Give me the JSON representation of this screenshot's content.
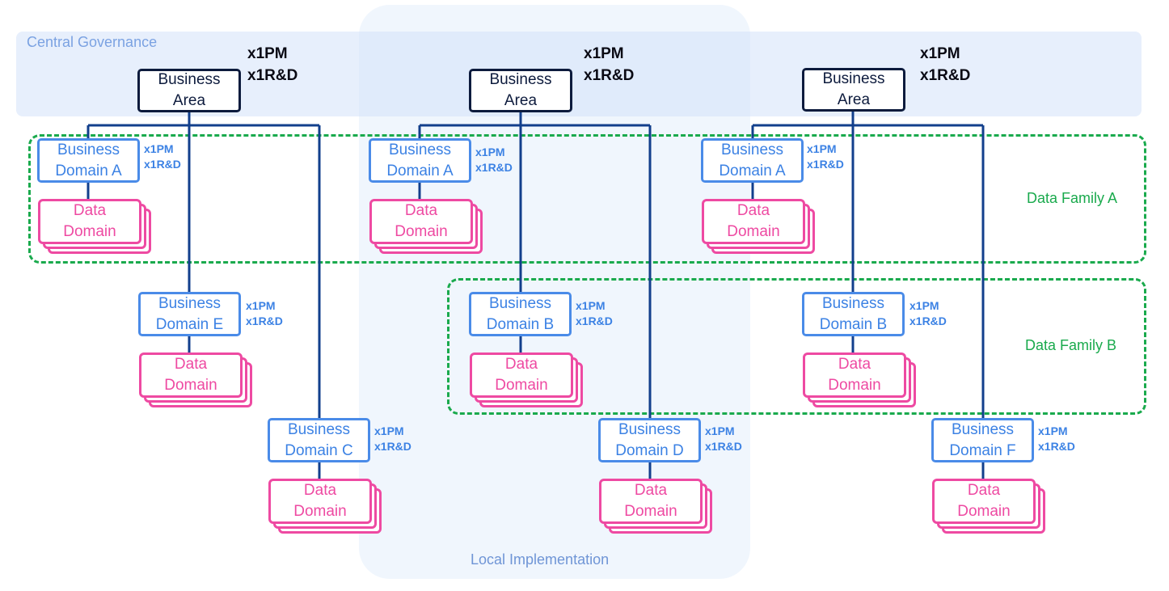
{
  "labels": {
    "central_governance": "Central Governance",
    "local_implementation": "Local Implementation",
    "data_family_a": "Data Family A",
    "data_family_b": "Data Family B"
  },
  "text": {
    "business_area": "Business\nArea",
    "data_domain": "Data\nDomain",
    "pm": "x1PM",
    "rd": "x1R&D"
  },
  "colors": {
    "area_border": "#0d1b3d",
    "domain_border": "#4a8be8",
    "data_domain": "#ee4aa2",
    "family_border": "#1aaa4d",
    "connector": "#123f8c"
  },
  "columns": [
    {
      "domains": [
        {
          "label": "Business\nDomain A"
        },
        {
          "label": "Business\nDomain E"
        },
        {
          "label": "Business\nDomain C"
        }
      ]
    },
    {
      "domains": [
        {
          "label": "Business\nDomain A"
        },
        {
          "label": "Business\nDomain B"
        },
        {
          "label": "Business\nDomain D"
        }
      ]
    },
    {
      "domains": [
        {
          "label": "Business\nDomain A"
        },
        {
          "label": "Business\nDomain B"
        },
        {
          "label": "Business\nDomain F"
        }
      ]
    }
  ]
}
